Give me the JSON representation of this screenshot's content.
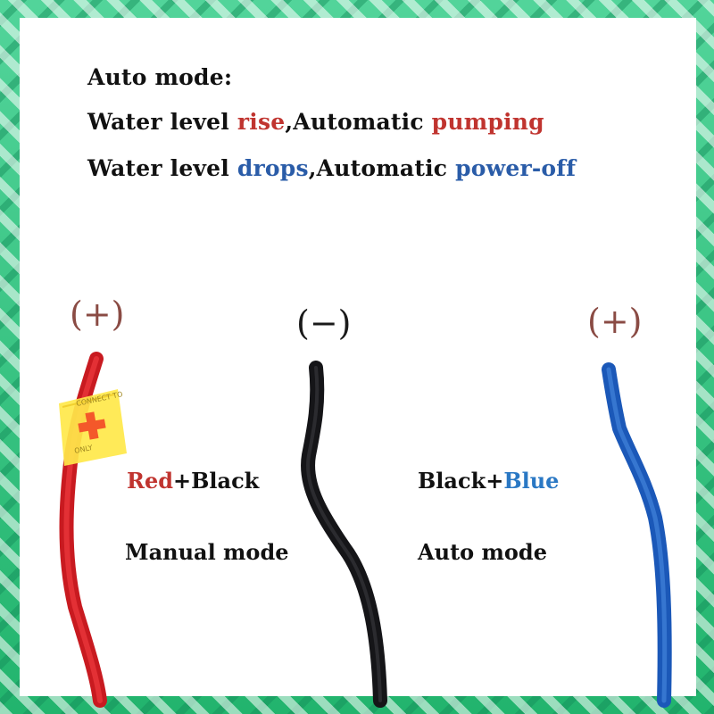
{
  "heading": {
    "line1": "Auto mode:",
    "line2": {
      "a": "Water level ",
      "b": "rise",
      "c": ",Automatic ",
      "d": "pumping"
    },
    "line3": {
      "a": "Water level ",
      "b": "drops",
      "c": ",Automatic ",
      "d": "power-off"
    }
  },
  "wires": {
    "left_sign": "(+)",
    "middle_sign": "(−)",
    "right_sign": "(+)",
    "tag_text_top": "CONNECT TO",
    "tag_text_bottom": "ONLY"
  },
  "labels": {
    "left_combo": {
      "a": "Red",
      "b": "+Black"
    },
    "left_mode": "Manual mode",
    "right_combo": {
      "a": "Black+",
      "b": "Blue"
    },
    "right_mode": "Auto mode"
  },
  "colors": {
    "red_wire": "#e0232a",
    "black_wire": "#151518",
    "blue_wire": "#1f64c8",
    "tag_yellow": "#ffe84a",
    "frame": "#2fbf7a"
  }
}
